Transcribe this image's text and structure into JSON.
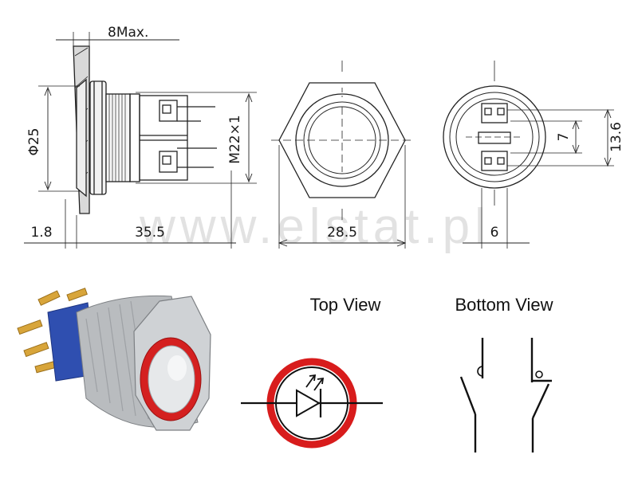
{
  "drawing": {
    "dimensions": {
      "flange_thickness": "8Max.",
      "diameter": "Φ25",
      "thread": "M22×1",
      "front_offset": "1.8",
      "body_length": "35.5",
      "hex_width": "28.5",
      "bottom_depth": "6",
      "pin_spacing": "7",
      "pin_span": "13.6"
    },
    "watermark": "www.elstat.pl"
  },
  "schematic": {
    "top_view_label": "Top View",
    "bottom_view_label": "Bottom View",
    "colors": {
      "led_ring": "#d81c1c",
      "line": "#111111"
    }
  },
  "photo": {
    "colors": {
      "ring": "#d42020",
      "body": "#b9bcbf",
      "base": "#2f4fb0",
      "pins": "#d8a53a"
    }
  }
}
